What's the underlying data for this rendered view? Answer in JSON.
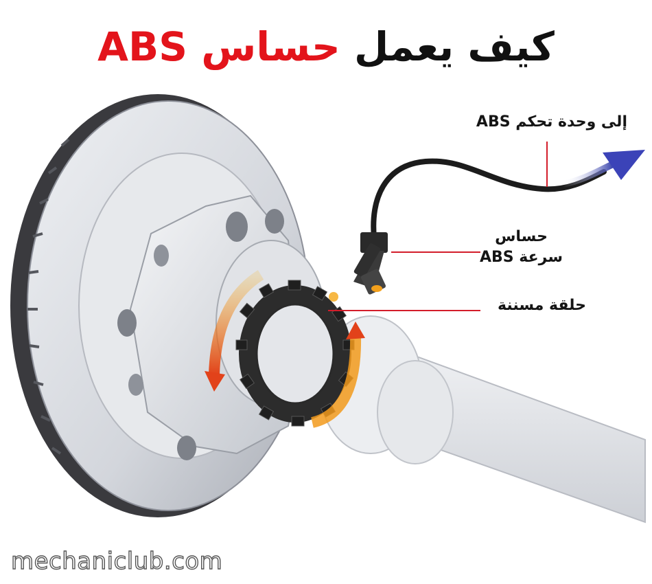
{
  "title": {
    "prefix": "كيف يعمل",
    "highlight": "حساس ABS"
  },
  "labels": {
    "to_control_unit": "إلى وحدة تحكم ABS",
    "speed_sensor_line1": "حساس",
    "speed_sensor_line2": "سرعة ABS",
    "toothed_ring": "حلقة مسننة"
  },
  "watermark": "mechaniclub.com",
  "colors": {
    "accent": "#e3141b",
    "leader_line": "#d31d2a",
    "arrow": "#3b43b8",
    "rotation_arrow": "#f07a16",
    "disc": "#d8dbe0",
    "ring": "#2c2c2c"
  }
}
